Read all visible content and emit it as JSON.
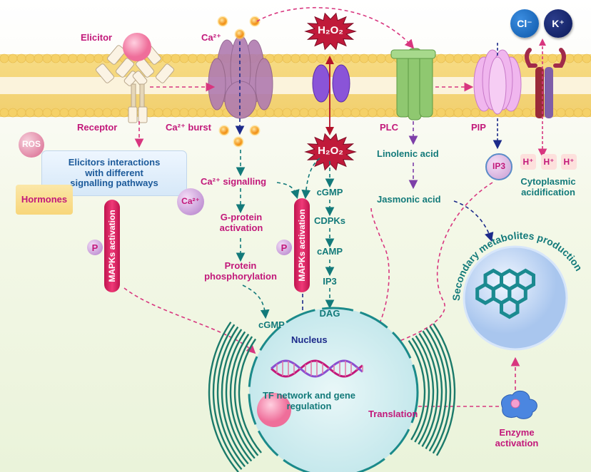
{
  "labels": {
    "elicitor": "Elicitor",
    "ca_top": "Ca²⁺",
    "h2o2_top": "H₂O₂",
    "h2o2_mid": "H₂O₂",
    "cl": "Cl⁻",
    "k": "K⁺",
    "receptor": "Receptor",
    "ca_burst": "Ca²⁺ burst",
    "plc": "PLC",
    "pip": "PIP",
    "ros": "ROS",
    "elicitor_box": "Elicitors interactions\nwith different\nsignalling pathways",
    "hormones": "Hormones",
    "ca_circle": "Ca²⁺",
    "ca_signalling": "Ca²⁺ signalling",
    "gprotein": "G-protein\nactivation",
    "protein_phos": "Protein\nphosphorylation",
    "cgmp_left": "cGMP",
    "cgmp_right": "cGMP",
    "cdpks": "CDPKs",
    "camp": "cAMP",
    "ip3_mid": "IP3",
    "dag": "DAG",
    "ip3_circle": "IP3",
    "linolenic": "Linolenic acid",
    "jasmonic": "Jasmonic acid",
    "hplus": "H⁺",
    "cyto": "Cytoplasmic\nacidification",
    "mapk_left": "MAPKs activation",
    "mapk_right": "MAPKs activation",
    "p_left": "P",
    "p_right": "P",
    "secondary": "Secondary metabolites production",
    "nucleus": "Nucleus",
    "tf": "TF network and gene\nregulation",
    "translation": "Translation",
    "enzyme": "Enzyme\nactivation"
  },
  "colors": {
    "magenta": "#c2187a",
    "teal": "#137a7a",
    "navy": "#1c2a8a",
    "membrane": "#f3d47a"
  }
}
